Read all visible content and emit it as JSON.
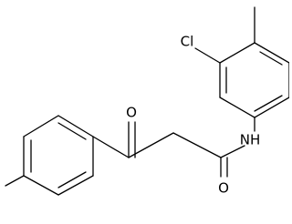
{
  "structure": {
    "atoms": {
      "chlorine": "Cl",
      "amide_nitrogen": "NH",
      "ketone_oxygen": "O",
      "amide_oxygen": "O"
    }
  }
}
